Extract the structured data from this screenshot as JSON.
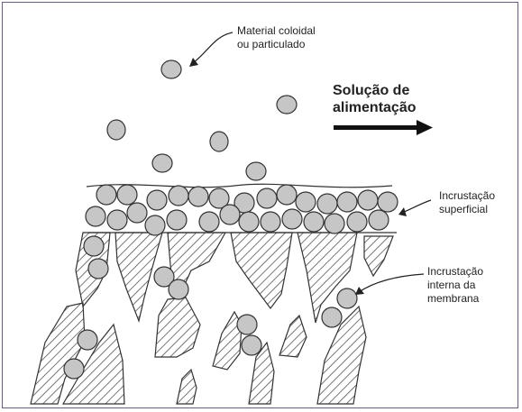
{
  "labels": {
    "colloidal_line1": "Material coloidal",
    "colloidal_line2": "ou particulado",
    "feed_line1": "Solução de",
    "feed_line2": "alimentação",
    "surface_line1": "Incrustação",
    "surface_line2": "superficial",
    "internal_line1": "Incrustação",
    "internal_line2": "interna da",
    "internal_line3": "membrana"
  },
  "colors": {
    "particle_fill": "#c6c6c6",
    "particle_stroke": "#333333",
    "hatch": "#555555",
    "frame": "#6a5b8c"
  }
}
